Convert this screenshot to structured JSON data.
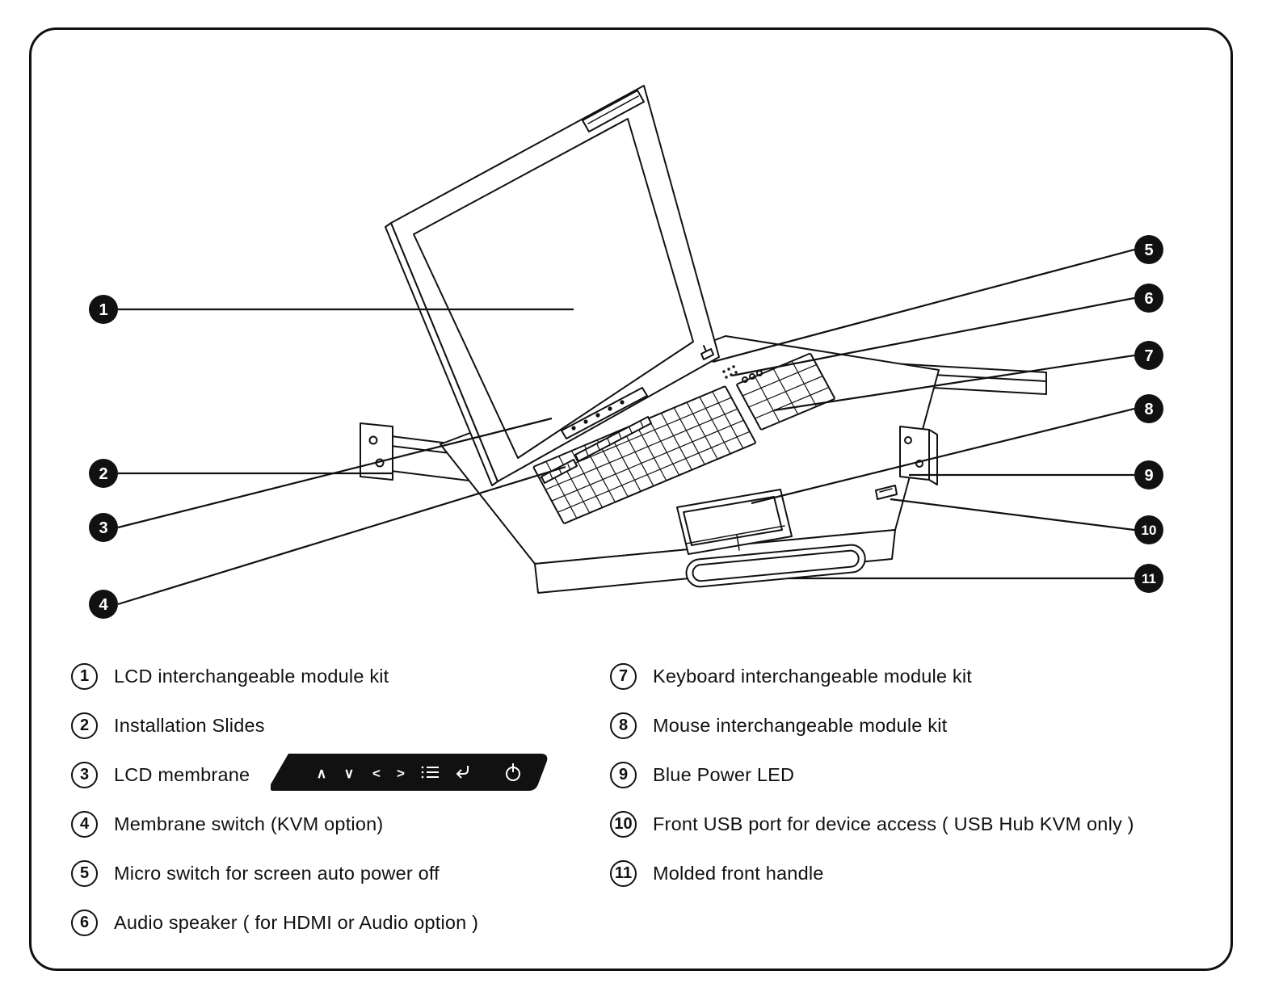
{
  "colors": {
    "ink": "#111111",
    "background": "#ffffff"
  },
  "callouts": [
    "1",
    "2",
    "3",
    "4",
    "5",
    "6",
    "7",
    "8",
    "9",
    "10",
    "11"
  ],
  "legend": {
    "left": [
      {
        "num": "1",
        "label": "LCD interchangeable module kit"
      },
      {
        "num": "2",
        "label": "Installation Slides"
      },
      {
        "num": "3",
        "label": "LCD membrane"
      },
      {
        "num": "4",
        "label": "Membrane switch (KVM option)"
      },
      {
        "num": "5",
        "label": "Micro switch for screen auto power off"
      },
      {
        "num": "6",
        "label": "Audio speaker ( for HDMI or Audio option )"
      }
    ],
    "right": [
      {
        "num": "7",
        "label": "Keyboard interchangeable module kit"
      },
      {
        "num": "8",
        "label": "Mouse interchangeable module kit"
      },
      {
        "num": "9",
        "label": "Blue Power LED"
      },
      {
        "num": "10",
        "label": "Front USB port for device access ( USB Hub KVM only )"
      },
      {
        "num": "11",
        "label": "Molded front handle"
      }
    ]
  },
  "membrane": {
    "icons": [
      "up",
      "down",
      "left",
      "right",
      "menu",
      "return",
      "power"
    ],
    "glyphs": {
      "up": "∧",
      "down": "∨",
      "left": "<",
      "right": ">"
    }
  }
}
